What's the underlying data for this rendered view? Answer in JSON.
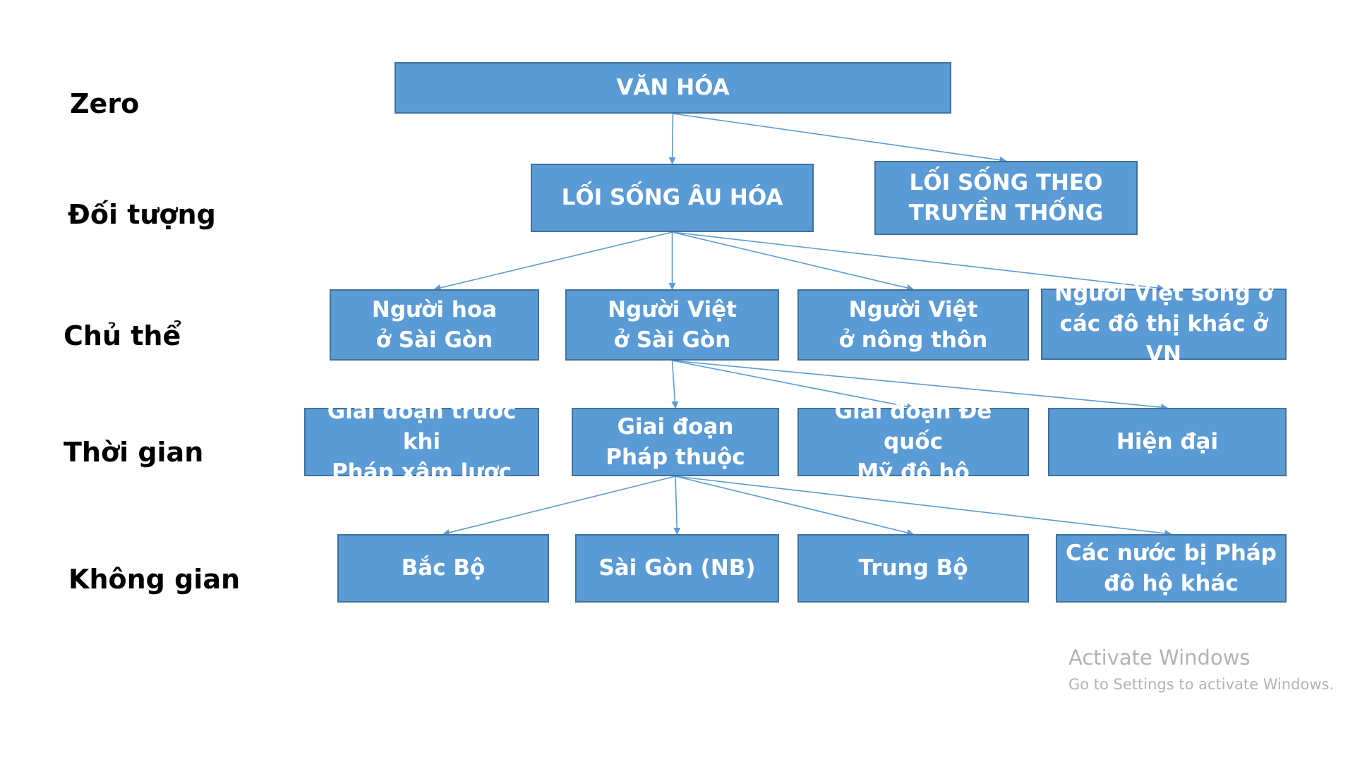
{
  "levels": {
    "zero": "Zero",
    "doi_tuong": "Đối tượng",
    "chu_the": "Chủ thể",
    "thoi_gian": "Thời gian",
    "khong_gian": "Không gian"
  },
  "nodes": {
    "van_hoa": "VĂN HÓA",
    "loi_song_au_hoa": "LỐI SỐNG ÂU HÓA",
    "loi_song_truyen_thong": "LỐI SỐNG THEO\nTRUYỀN THỐNG",
    "nguoi_hoa": "Người hoa\nở Sài Gòn",
    "nguoi_viet_sg": "Người Việt\nở Sài Gòn",
    "nguoi_viet_nong_thon": "Người Việt\nở nông thôn",
    "nguoi_viet_do_thi": "Người Việt sống ở\ncác đô thị khác ở VN",
    "truoc_phap": "Giai đoạn trước khi\nPháp xâm lược",
    "phap_thuoc": "Giai đoạn\nPháp thuộc",
    "de_quoc_my": "Giai đoạn Đế quốc\nMỹ đô hộ",
    "hien_dai": "Hiện đại",
    "bac_bo": "Bắc Bộ",
    "sai_gon_nb": "Sài Gòn (NB)",
    "trung_bo": "Trung Bộ",
    "cac_nuoc": "Các nước bị Pháp\nđô hộ khác"
  },
  "edges": [
    [
      "van_hoa",
      "loi_song_au_hoa"
    ],
    [
      "van_hoa",
      "loi_song_truyen_thong"
    ],
    [
      "loi_song_au_hoa",
      "nguoi_hoa"
    ],
    [
      "loi_song_au_hoa",
      "nguoi_viet_sg"
    ],
    [
      "loi_song_au_hoa",
      "nguoi_viet_nong_thon"
    ],
    [
      "loi_song_au_hoa",
      "nguoi_viet_do_thi"
    ],
    [
      "nguoi_viet_sg",
      "phap_thuoc"
    ],
    [
      "nguoi_viet_sg",
      "de_quoc_my"
    ],
    [
      "nguoi_viet_sg",
      "hien_dai"
    ],
    [
      "phap_thuoc",
      "bac_bo"
    ],
    [
      "phap_thuoc",
      "sai_gon_nb"
    ],
    [
      "phap_thuoc",
      "trung_bo"
    ],
    [
      "phap_thuoc",
      "cac_nuoc"
    ]
  ],
  "colors": {
    "node_fill": "#5b9bd5",
    "node_border": "#41719c",
    "connector": "#5b9bd5",
    "watermark": "#b3b3b3"
  },
  "watermark": {
    "title": "Activate Windows",
    "subtitle": "Go to Settings to activate Windows."
  }
}
